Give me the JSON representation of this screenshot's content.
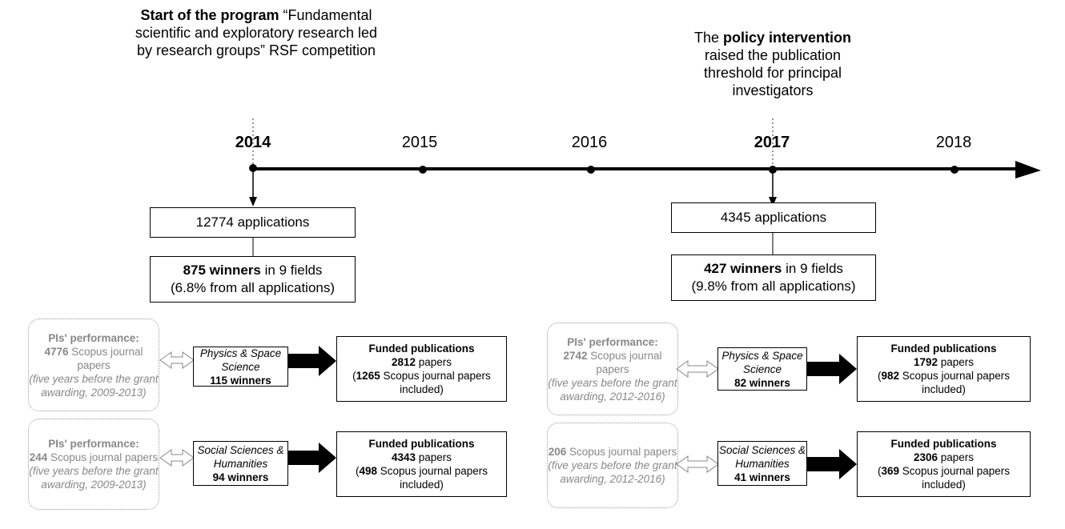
{
  "timeline": {
    "years": [
      {
        "label": "2014",
        "bold": true
      },
      {
        "label": "2015",
        "bold": false
      },
      {
        "label": "2016",
        "bold": false
      },
      {
        "label": "2017",
        "bold": true
      },
      {
        "label": "2018",
        "bold": false
      }
    ]
  },
  "left_note": {
    "bold": "Start of the program",
    "rest": " “Fundamental scientific and exploratory research led by research groups” RSF competition"
  },
  "right_note": {
    "pre": "The ",
    "bold": "policy intervention",
    "rest": " raised the publication threshold for principal investigators"
  },
  "left": {
    "applications": "12774 applications",
    "winners_bold": "875 winners",
    "winners_rest": " in 9 fields",
    "winners_share": "(6.8% from all applications)",
    "rows": [
      {
        "pi_title": "PIs' performance:",
        "pi_count": "4776",
        "pi_text": " Scopus journal papers",
        "pi_italic": "(five years before the grant awarding, 2009-2013)",
        "field": "Physics & Space Science",
        "field_winners": "115 winners",
        "fund_title": "Funded publications",
        "fund_papers": "2812",
        "fund_papers_text": " papers",
        "fund_scopus": "1265",
        "fund_scopus_text": " Scopus journal papers included)"
      },
      {
        "pi_title": "PIs' performance:",
        "pi_count": "244",
        "pi_text": " Scopus journal papers",
        "pi_italic": "(five years before the grant awarding, 2009-2013)",
        "field": "Social Sciences & Humanities",
        "field_winners": "94 winners",
        "fund_title": "Funded publications",
        "fund_papers": "4343",
        "fund_papers_text": " papers",
        "fund_scopus": "498",
        "fund_scopus_text": " Scopus journal papers included)"
      }
    ]
  },
  "right": {
    "applications": "4345 applications",
    "winners_bold": "427 winners",
    "winners_rest": " in 9 fields",
    "winners_share": "(9.8% from all applications)",
    "rows": [
      {
        "pi_title": "PIs' performance:",
        "pi_count": "2742",
        "pi_text": " Scopus journal papers",
        "pi_italic": "(five years before the grant awarding, 2012-2016)",
        "field": "Physics & Space Science",
        "field_winners": "82 winners",
        "fund_title": "Funded publications",
        "fund_papers": "1792",
        "fund_papers_text": " papers",
        "fund_scopus": "982",
        "fund_scopus_text": " Scopus journal papers included)"
      },
      {
        "pi_title": "",
        "pi_count": "206",
        "pi_text": " Scopus journal papers",
        "pi_italic": "(five years before the grant awarding, 2012-2016)",
        "field": "Social Sciences & Humanities",
        "field_winners": "41 winners",
        "fund_title": "Funded publications",
        "fund_papers": "2306",
        "fund_papers_text": " papers",
        "fund_scopus": "369",
        "fund_scopus_text": " Scopus journal papers included)"
      }
    ]
  }
}
